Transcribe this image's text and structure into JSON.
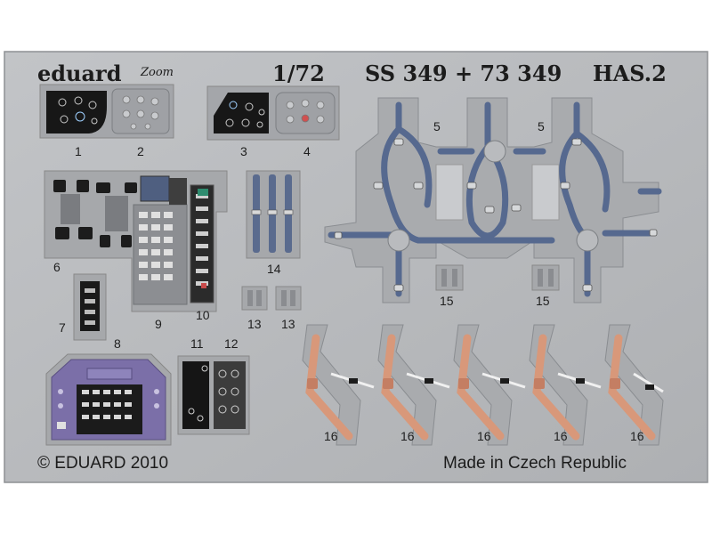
{
  "header": {
    "brand": "eduard",
    "logo_mark": "Zoom",
    "scale": "1/72",
    "set_code": "SS 349 + 73 349",
    "model": "HAS.2"
  },
  "part_numbers": {
    "p1": "1",
    "p2": "2",
    "p3": "3",
    "p4": "4",
    "p5a": "5",
    "p5b": "5",
    "p6": "6",
    "p7": "7",
    "p8": "8",
    "p9": "9",
    "p10": "10",
    "p11": "11",
    "p12": "12",
    "p13a": "13",
    "p13b": "13",
    "p14": "14",
    "p15a": "15",
    "p15b": "15",
    "p16a": "16",
    "p16b": "16",
    "p16c": "16",
    "p16d": "16",
    "p16e": "16"
  },
  "footer": {
    "copyright": "© EDUARD 2010",
    "origin": "Made in Czech Republic"
  },
  "colors": {
    "fret": "#b6b8bb",
    "fret_edge": "#8f9296",
    "panel_black": "#1a1a1a",
    "panel_grey": "#9a9ca0",
    "harness_blue": "#5b6f97",
    "belt_orange": "#d8987a",
    "console_purple": "#7b6fa8"
  }
}
